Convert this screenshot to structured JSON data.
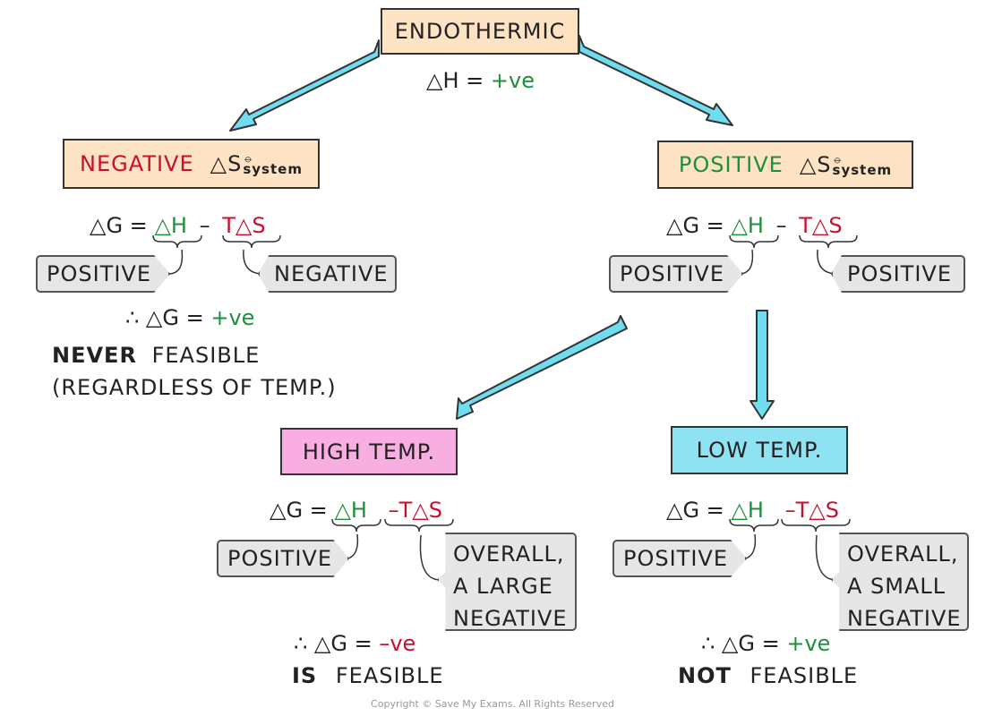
{
  "colors": {
    "green": "#1e8f3a",
    "red": "#c8102e",
    "orange_box": "#fde3c3",
    "pink_box": "#f8aee0",
    "blue_box": "#8fe2f2",
    "arrow": "#6fdcf0",
    "tag_fill": "#e6e6e6"
  },
  "top": {
    "title": "ENDOTHERMIC",
    "dh_symbol": "△H =",
    "dh_value": "+ve"
  },
  "left_branch": {
    "header_word": "NEGATIVE",
    "header_symbol": "△S",
    "header_superscript": "⦵",
    "header_subscript": "system",
    "equation": {
      "dg": "△G =",
      "dh": "△H",
      "minus": "–",
      "tds": "T△S"
    },
    "tag_dh": "POSITIVE",
    "tag_tds": "NEGATIVE",
    "result_prefix": "∴ △G =",
    "result_value": "+ve",
    "verdict_bold": "NEVER",
    "verdict_rest": "FEASIBLE",
    "verdict_note": "(REGARDLESS OF TEMP.)"
  },
  "right_branch": {
    "header_word": "POSITIVE",
    "header_symbol": "△S",
    "header_superscript": "⦵",
    "header_subscript": "system",
    "equation": {
      "dg": "△G =",
      "dh": "△H",
      "minus": "–",
      "tds": "T△S"
    },
    "tag_dh": "POSITIVE",
    "tag_tds": "POSITIVE"
  },
  "high_temp": {
    "title": "HIGH TEMP.",
    "equation": {
      "dg": "△G =",
      "dh": "△H",
      "tds": "–T△S"
    },
    "tag_dh": "POSITIVE",
    "tag_tds_lines": [
      "OVERALL,",
      "A LARGE",
      "NEGATIVE"
    ],
    "result_prefix": "∴ △G =",
    "result_value": "–ve",
    "verdict_bold": "IS",
    "verdict_rest": "FEASIBLE"
  },
  "low_temp": {
    "title": "LOW TEMP.",
    "equation": {
      "dg": "△G =",
      "dh": "△H",
      "tds": "–T△S"
    },
    "tag_dh": "POSITIVE",
    "tag_tds_lines": [
      "OVERALL,",
      "A SMALL",
      "NEGATIVE"
    ],
    "result_prefix": "∴ △G =",
    "result_value": "+ve",
    "verdict_bold": "NOT",
    "verdict_rest": "FEASIBLE"
  },
  "copyright": "Copyright © Save My Exams. All Rights Reserved"
}
